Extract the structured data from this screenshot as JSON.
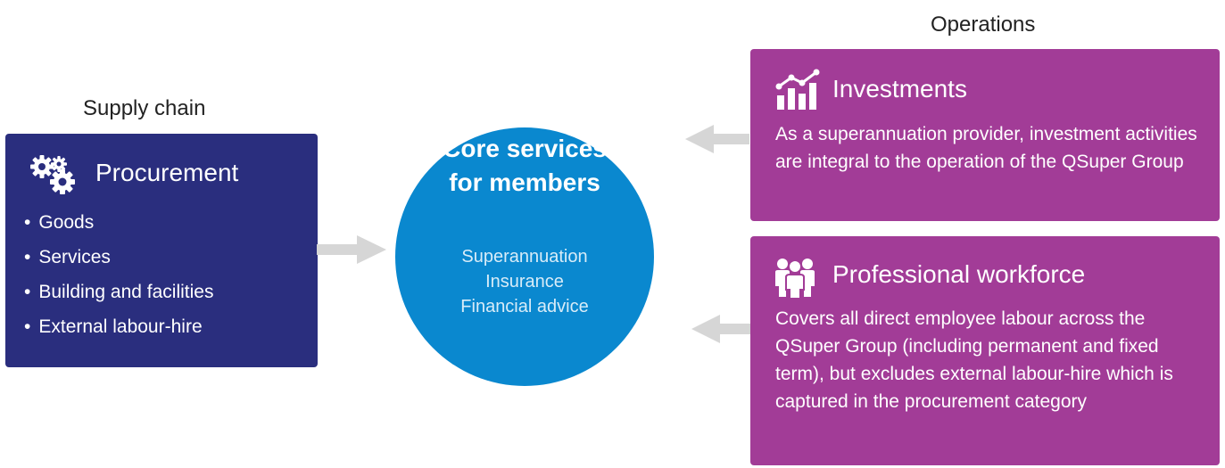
{
  "supply_chain": {
    "heading": "Supply chain",
    "procurement": {
      "title": "Procurement",
      "icon": "gears-icon",
      "items": [
        "Goods",
        "Services",
        "Building and facilities",
        "External labour-hire"
      ]
    }
  },
  "operations": {
    "heading": "Operations",
    "investments": {
      "title": "Investments",
      "icon": "chart-icon",
      "body": "As a superannuation provider, investment activities are integral to the operation of the QSuper Group"
    },
    "workforce": {
      "title": "Professional workforce",
      "icon": "people-icon",
      "body": "Covers all direct employee labour across the QSuper Group (including permanent and fixed term), but excludes external labour-hire which is captured in the procurement category"
    }
  },
  "core": {
    "title": "Core services for members",
    "services": [
      "Superannuation",
      "Insurance",
      "Financial advice"
    ]
  },
  "colors": {
    "supply_box": "#2a2e7e",
    "operations_box": "#a23c97",
    "core_circle": "#0a88cf",
    "arrow": "#d6d6d6"
  }
}
